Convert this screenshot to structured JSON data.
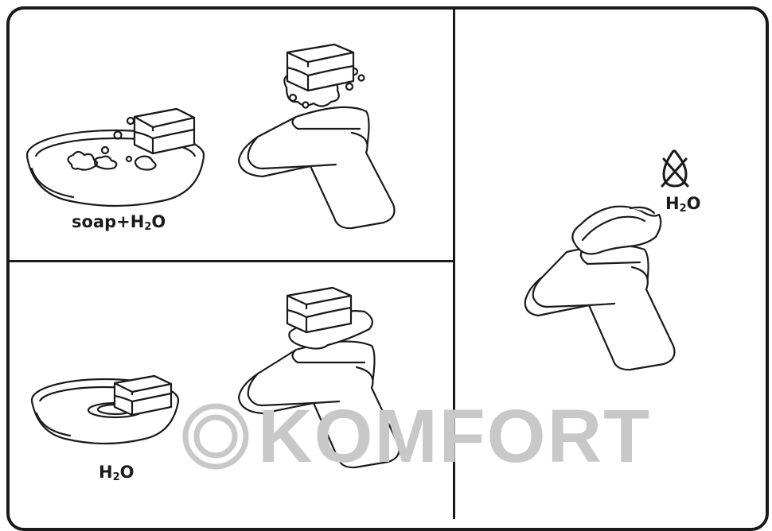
{
  "panels": {
    "wash": {
      "label_main": "soap+H",
      "label_sub": "2",
      "label_end": "O"
    },
    "rinse": {
      "label_main": "H",
      "label_sub": "2",
      "label_end": "O"
    },
    "dry": {
      "label_main": "H",
      "label_sub": "2",
      "label_end": "O",
      "icon": "no-water-drop-icon"
    }
  },
  "watermark": {
    "text": "KOMFORT"
  },
  "colors": {
    "line": "#1a1a1a",
    "watermark": "#c8c8c8"
  }
}
